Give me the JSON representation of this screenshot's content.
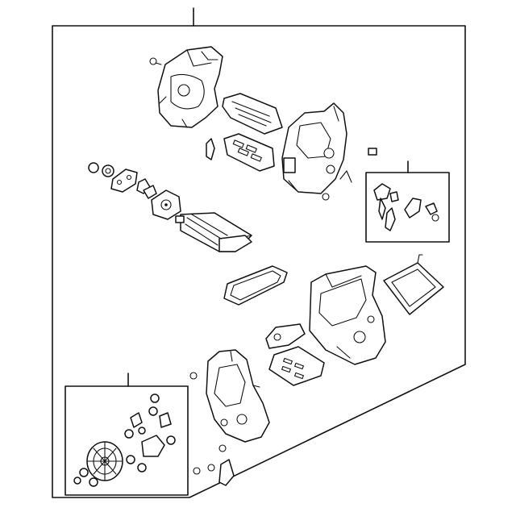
{
  "diagram": {
    "kind": "exploded-parts-view",
    "colors": {
      "line": "#111111",
      "background": "#ffffff"
    },
    "callouts": [
      {
        "id": "main-assembly"
      },
      {
        "id": "sub-kit-right"
      },
      {
        "id": "sub-kit-lower-left"
      }
    ]
  }
}
